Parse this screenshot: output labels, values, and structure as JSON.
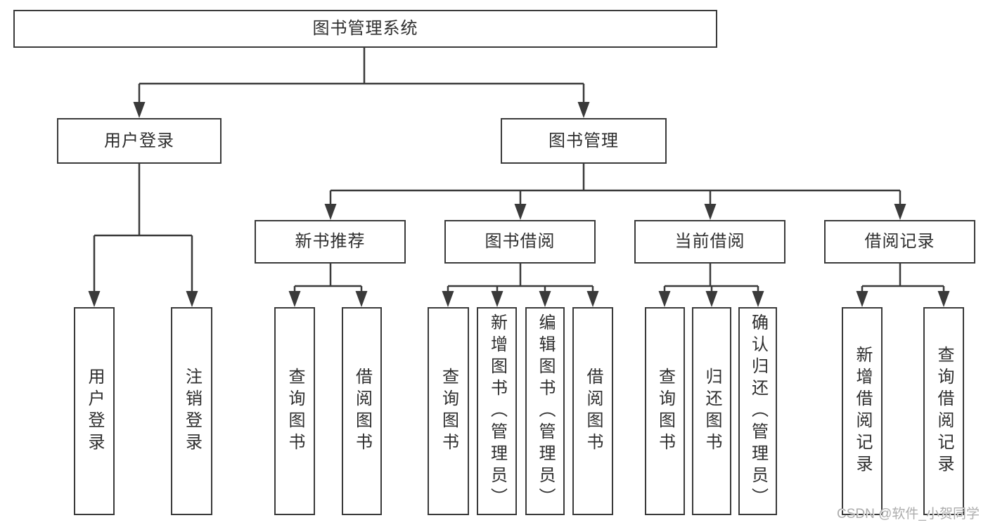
{
  "diagram": {
    "root": {
      "label": "图书管理系统",
      "children": [
        {
          "label": "用户登录",
          "children": [
            {
              "label": "用户登录"
            },
            {
              "label": "注销登录"
            }
          ]
        },
        {
          "label": "图书管理",
          "children": [
            {
              "label": "新书推荐",
              "children": [
                {
                  "label": "查询图书"
                },
                {
                  "label": "借阅图书"
                }
              ]
            },
            {
              "label": "图书借阅",
              "children": [
                {
                  "label": "查询图书"
                },
                {
                  "label": "新增图书（管理员）"
                },
                {
                  "label": "编辑图书（管理员）"
                },
                {
                  "label": "借阅图书"
                }
              ]
            },
            {
              "label": "当前借阅",
              "children": [
                {
                  "label": "查询图书"
                },
                {
                  "label": "归还图书"
                },
                {
                  "label": "确认归还（管理员）"
                }
              ]
            },
            {
              "label": "借阅记录",
              "children": [
                {
                  "label": "新增借阅记录"
                },
                {
                  "label": "查询借阅记录"
                }
              ]
            }
          ]
        }
      ]
    }
  },
  "watermark": {
    "text": "CSDN @软件_小贺同学"
  },
  "colors": {
    "line": "#3a3a3a",
    "box_border": "#3a3a3a",
    "box_fill": "#ffffff",
    "text": "#2e2e2e",
    "watermark": "#adadad"
  }
}
